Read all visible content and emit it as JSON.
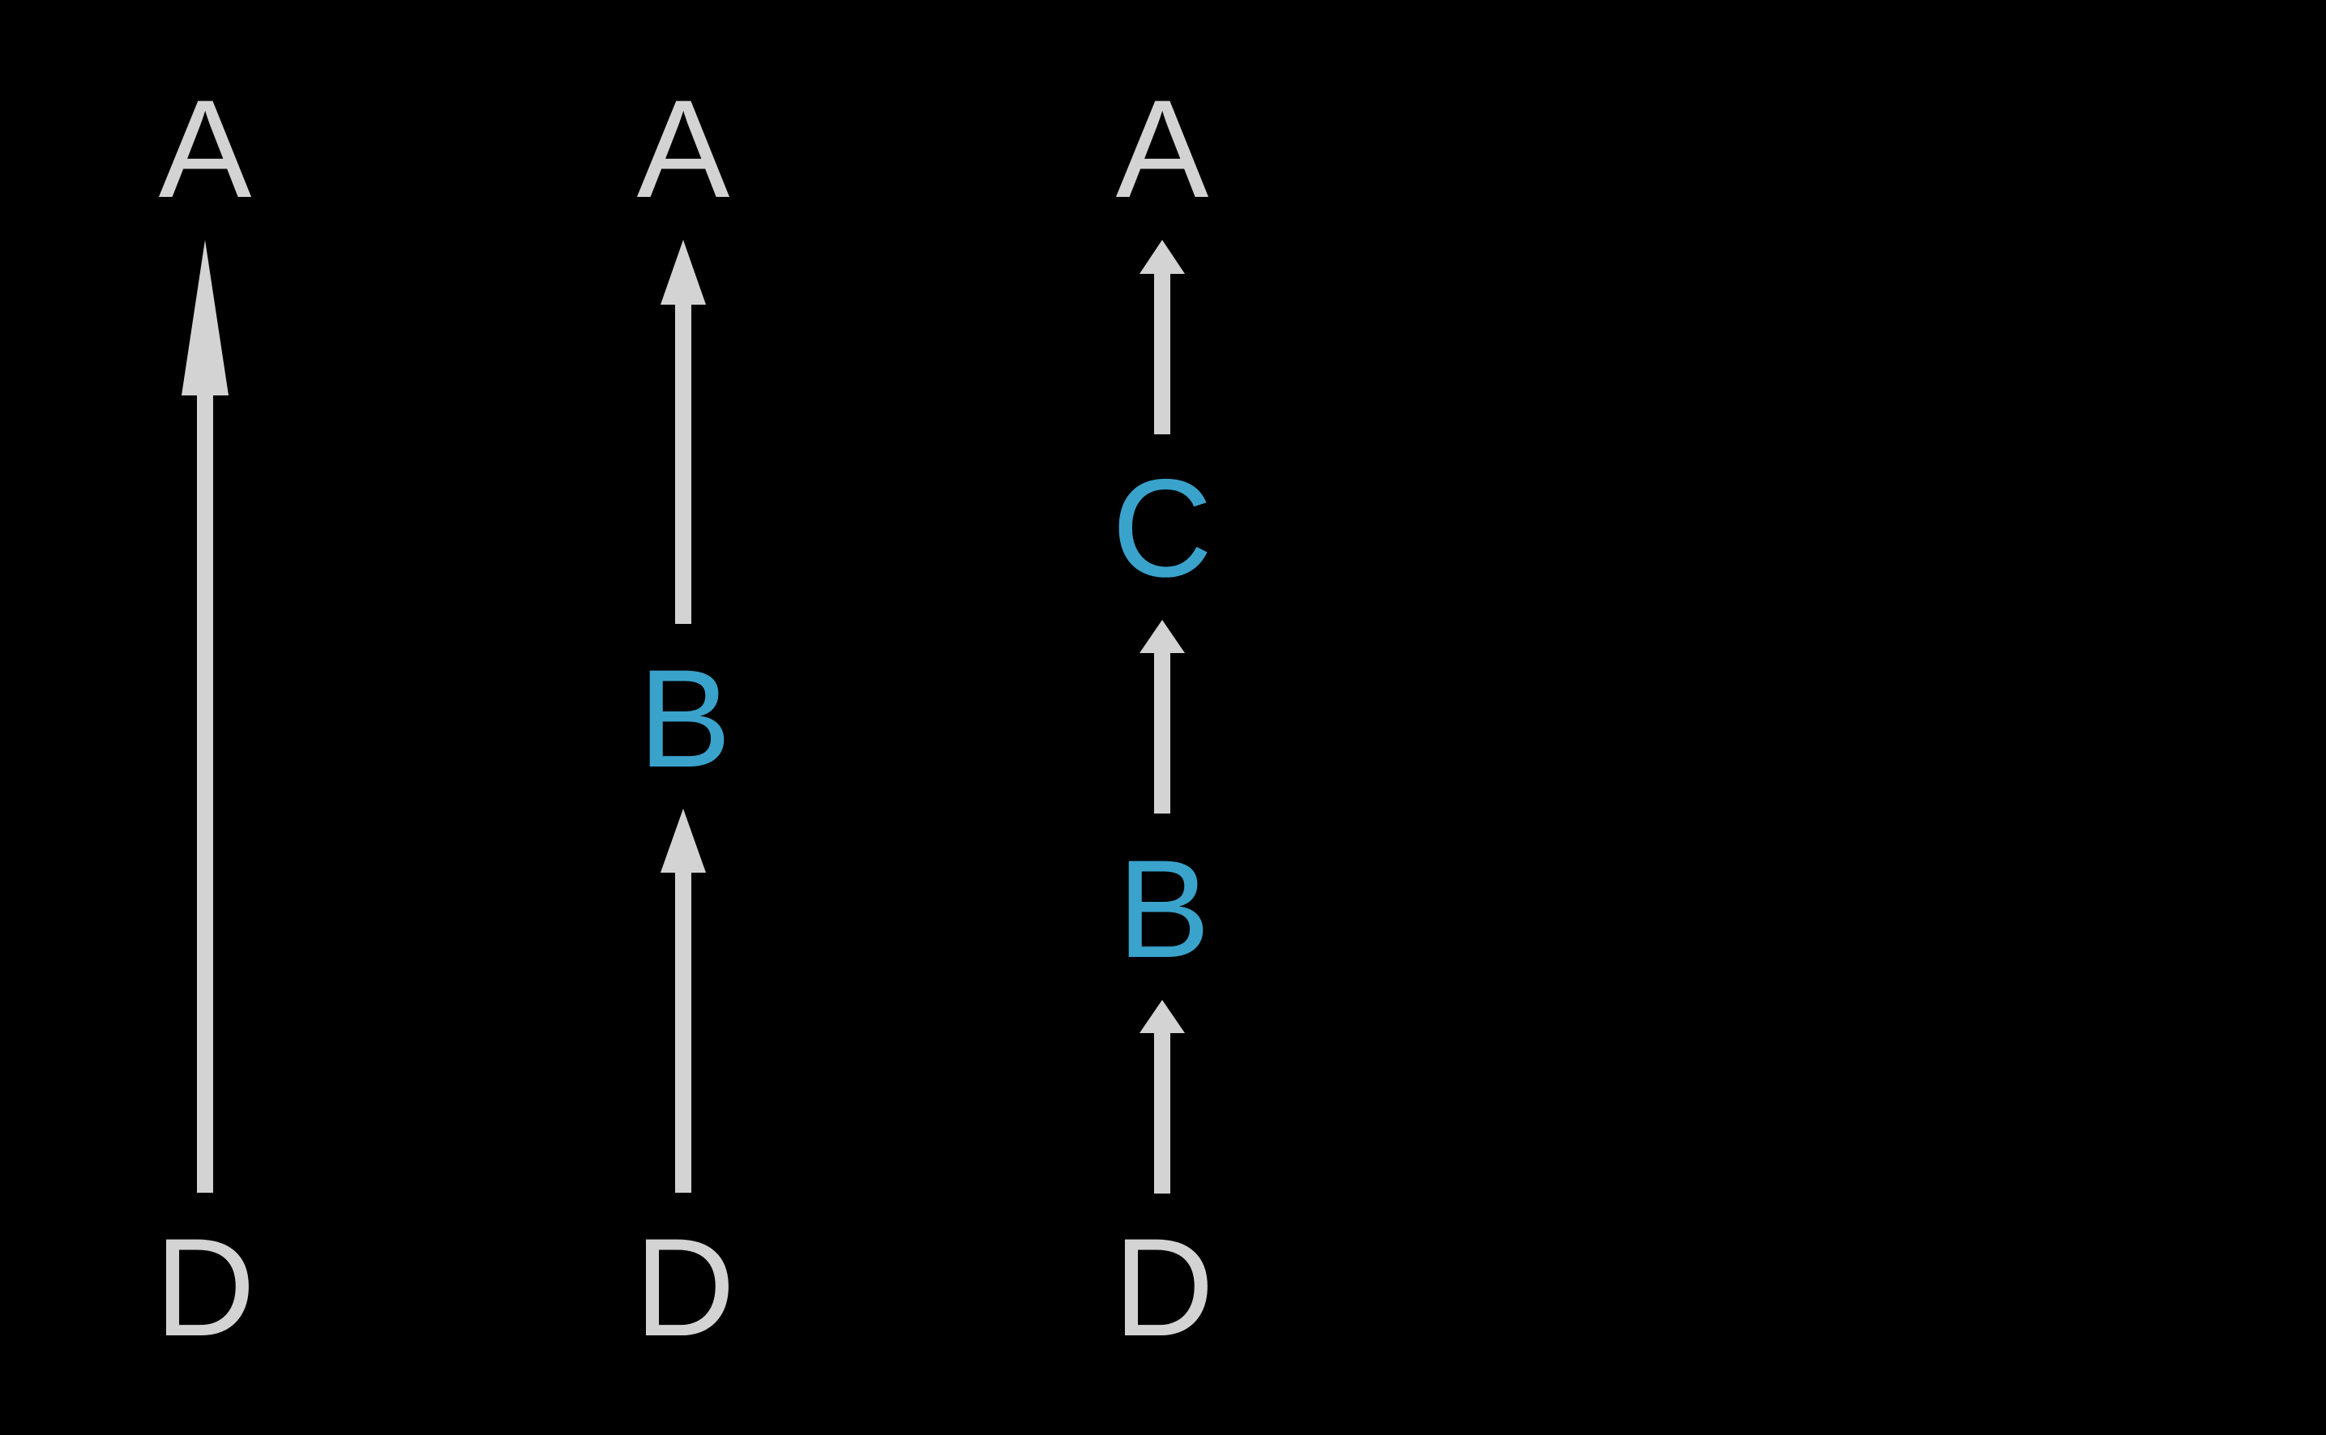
{
  "colors": {
    "background": "#000000",
    "neutral": "#d3d3d3",
    "highlight": "#3aa3cc"
  },
  "columns": [
    {
      "nodes": [
        {
          "label": "A",
          "highlight": false
        },
        {
          "label": "D",
          "highlight": false
        }
      ]
    },
    {
      "nodes": [
        {
          "label": "A",
          "highlight": false
        },
        {
          "label": "B",
          "highlight": true
        },
        {
          "label": "D",
          "highlight": false
        }
      ]
    },
    {
      "nodes": [
        {
          "label": "A",
          "highlight": false
        },
        {
          "label": "C",
          "highlight": true
        },
        {
          "label": "B",
          "highlight": true
        },
        {
          "label": "D",
          "highlight": false
        }
      ]
    }
  ]
}
